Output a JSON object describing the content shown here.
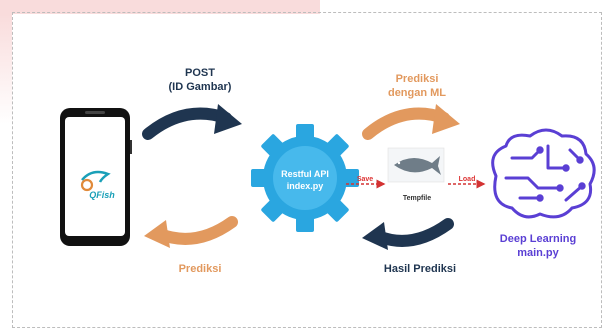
{
  "diagram": {
    "labels": {
      "post": "POST",
      "post_sub": "(ID Gambar)",
      "prediksi_ml_line1": "Prediksi",
      "prediksi_ml_line2": "dengan ML",
      "api_line1": "Restful API",
      "api_line2": "index.py",
      "save": "Save",
      "load": "Load",
      "tempfile": "Tempfile",
      "dl_line1": "Deep Learning",
      "dl_line2": "main.py",
      "prediksi_bottom": "Prediksi",
      "hasil_prediksi": "Hasil Prediksi",
      "app_logo": "QFish"
    },
    "colors": {
      "dark_arrow": "#1f3550",
      "orange_arrow": "#e2995e",
      "gear": "#2aa6e0",
      "brain": "#5a3fd4",
      "dashed_link": "#d33333"
    }
  }
}
